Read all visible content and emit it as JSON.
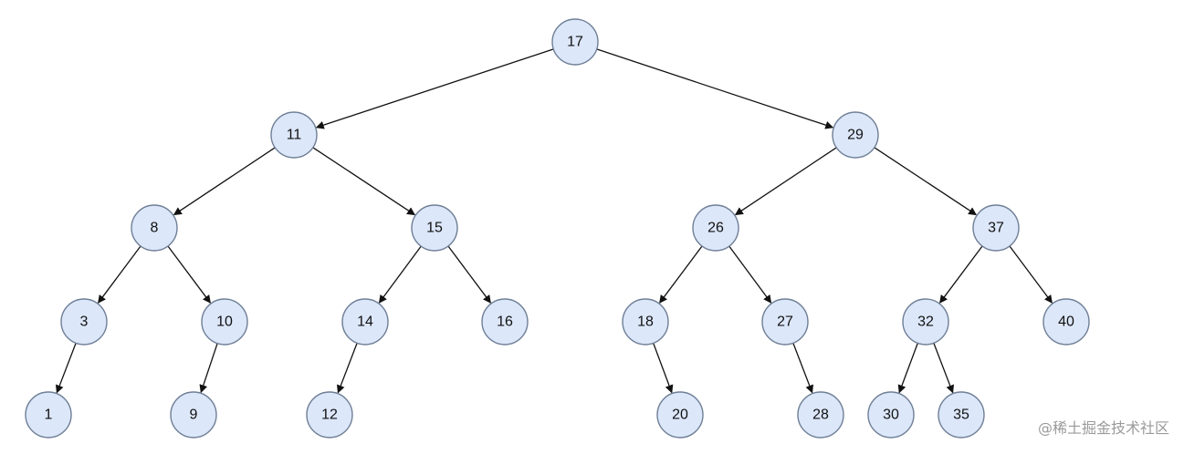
{
  "diagram": {
    "type": "binary-tree",
    "nodes": [
      {
        "id": "n17",
        "label": "17",
        "level": 0
      },
      {
        "id": "n11",
        "label": "11",
        "level": 1
      },
      {
        "id": "n29",
        "label": "29",
        "level": 1
      },
      {
        "id": "n8",
        "label": "8",
        "level": 2
      },
      {
        "id": "n15",
        "label": "15",
        "level": 2
      },
      {
        "id": "n26",
        "label": "26",
        "level": 2
      },
      {
        "id": "n37",
        "label": "37",
        "level": 2
      },
      {
        "id": "n3",
        "label": "3",
        "level": 3
      },
      {
        "id": "n10",
        "label": "10",
        "level": 3
      },
      {
        "id": "n14",
        "label": "14",
        "level": 3
      },
      {
        "id": "n16",
        "label": "16",
        "level": 3
      },
      {
        "id": "n18",
        "label": "18",
        "level": 3
      },
      {
        "id": "n27",
        "label": "27",
        "level": 3
      },
      {
        "id": "n32",
        "label": "32",
        "level": 3
      },
      {
        "id": "n40",
        "label": "40",
        "level": 3
      },
      {
        "id": "n1",
        "label": "1",
        "level": 4
      },
      {
        "id": "n9",
        "label": "9",
        "level": 4
      },
      {
        "id": "n12",
        "label": "12",
        "level": 4
      },
      {
        "id": "n20",
        "label": "20",
        "level": 4
      },
      {
        "id": "n28",
        "label": "28",
        "level": 4
      },
      {
        "id": "n30",
        "label": "30",
        "level": 4
      },
      {
        "id": "n35",
        "label": "35",
        "level": 4
      }
    ],
    "edges": [
      {
        "from": "n17",
        "to": "n11"
      },
      {
        "from": "n17",
        "to": "n29"
      },
      {
        "from": "n11",
        "to": "n8"
      },
      {
        "from": "n11",
        "to": "n15"
      },
      {
        "from": "n29",
        "to": "n26"
      },
      {
        "from": "n29",
        "to": "n37"
      },
      {
        "from": "n8",
        "to": "n3"
      },
      {
        "from": "n8",
        "to": "n10"
      },
      {
        "from": "n15",
        "to": "n14"
      },
      {
        "from": "n15",
        "to": "n16"
      },
      {
        "from": "n26",
        "to": "n18"
      },
      {
        "from": "n26",
        "to": "n27"
      },
      {
        "from": "n37",
        "to": "n32"
      },
      {
        "from": "n37",
        "to": "n40"
      },
      {
        "from": "n3",
        "to": "n1"
      },
      {
        "from": "n10",
        "to": "n9"
      },
      {
        "from": "n14",
        "to": "n12"
      },
      {
        "from": "n18",
        "to": "n20"
      },
      {
        "from": "n27",
        "to": "n28"
      },
      {
        "from": "n32",
        "to": "n30"
      },
      {
        "from": "n32",
        "to": "n35"
      }
    ],
    "colors": {
      "node_fill": "#dce7fa",
      "node_stroke": "#6f7f96",
      "edge": "#111111",
      "text": "#111111",
      "watermark": "#9a9a9a"
    }
  },
  "watermark": "@稀土掘金技术社区"
}
